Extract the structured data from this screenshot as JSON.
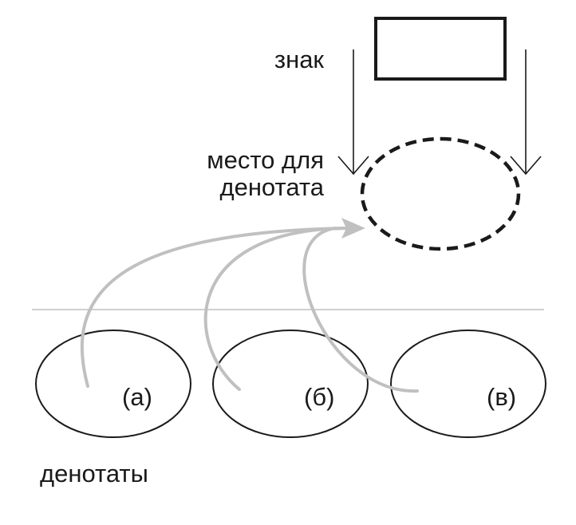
{
  "labels": {
    "sign": "знак",
    "denotatum_place_line1": "место для",
    "denotatum_place_line2": "денотата",
    "denotata": "денотаты"
  },
  "items": [
    {
      "label": "(а)"
    },
    {
      "label": "(б)"
    },
    {
      "label": "(в)"
    }
  ],
  "colors": {
    "stroke": "#1a1a1a",
    "arrow": "#c0c0c0",
    "divider": "#b4b4b4"
  }
}
